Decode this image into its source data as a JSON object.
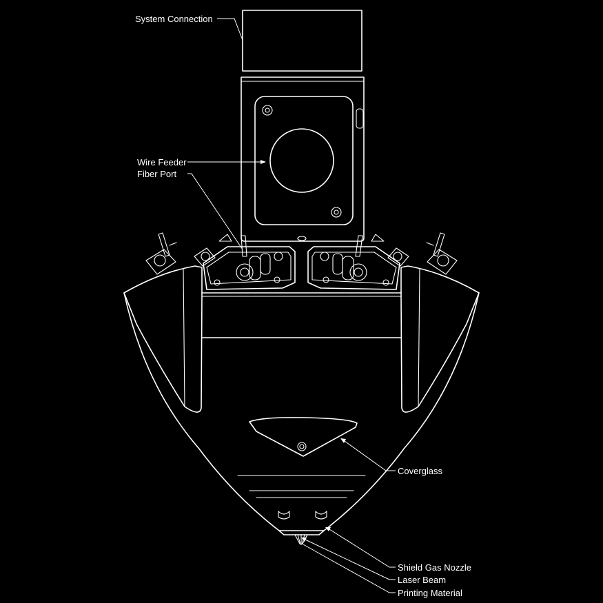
{
  "colors": {
    "background": "#000000",
    "line": "#ffffff"
  },
  "labels": {
    "system_connection": "System Connection",
    "wire_feeder": "Wire Feeder",
    "fiber_port": "Fiber Port",
    "coverglass": "Coverglass",
    "shield_gas_nozzle": "Shield Gas Nozzle",
    "laser_beam": "Laser Beam",
    "printing_material": "Printing Material"
  }
}
